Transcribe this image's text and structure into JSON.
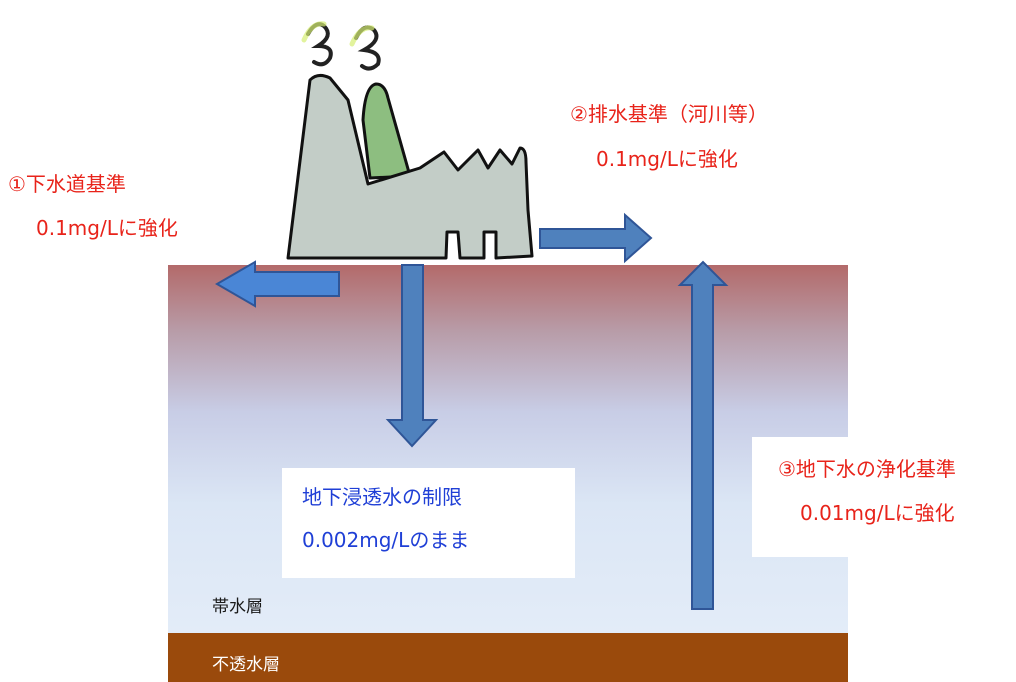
{
  "colors": {
    "ground_top": "#b36a6a",
    "ground_bottom": "#e3ecf8",
    "impermeable": "#9a4a0c",
    "arrow_fill": "#4f81bd",
    "arrow_stroke": "#2f5597",
    "label_red": "#e8231a",
    "label_blue": "#1f3fd6"
  },
  "layers": {
    "aquifer": "帯水層",
    "impermeable": "不透水層"
  },
  "labels": {
    "sewer": {
      "line1": "①下水道基準",
      "line2": "0.1mg/Lに強化"
    },
    "effluent": {
      "line1": "②排水基準（河川等）",
      "line2": "0.1mg/Lに強化"
    },
    "groundwater": {
      "line1": "③地下水の浄化基準",
      "line2": "0.01mg/Lに強化"
    },
    "seepage": {
      "line1": "地下浸透水の制限",
      "line2": "0.002mg/Lのまま"
    }
  },
  "icons": {
    "factory": "factory-icon",
    "smoke": "smoke-icon"
  }
}
